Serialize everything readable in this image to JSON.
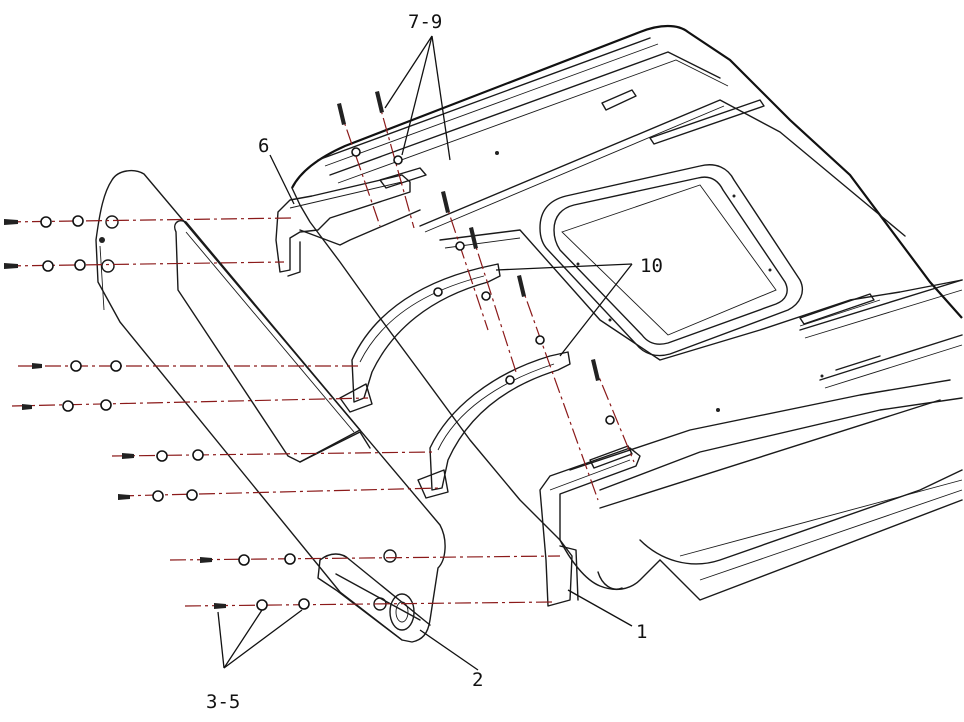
{
  "diagram": {
    "callouts": [
      {
        "id": "label-7-9",
        "text": "7-9"
      },
      {
        "id": "label-6",
        "text": "6"
      },
      {
        "id": "label-10",
        "text": "10"
      },
      {
        "id": "label-1",
        "text": "1"
      },
      {
        "id": "label-2",
        "text": "2"
      },
      {
        "id": "label-3-5",
        "text": "3-5"
      }
    ]
  }
}
